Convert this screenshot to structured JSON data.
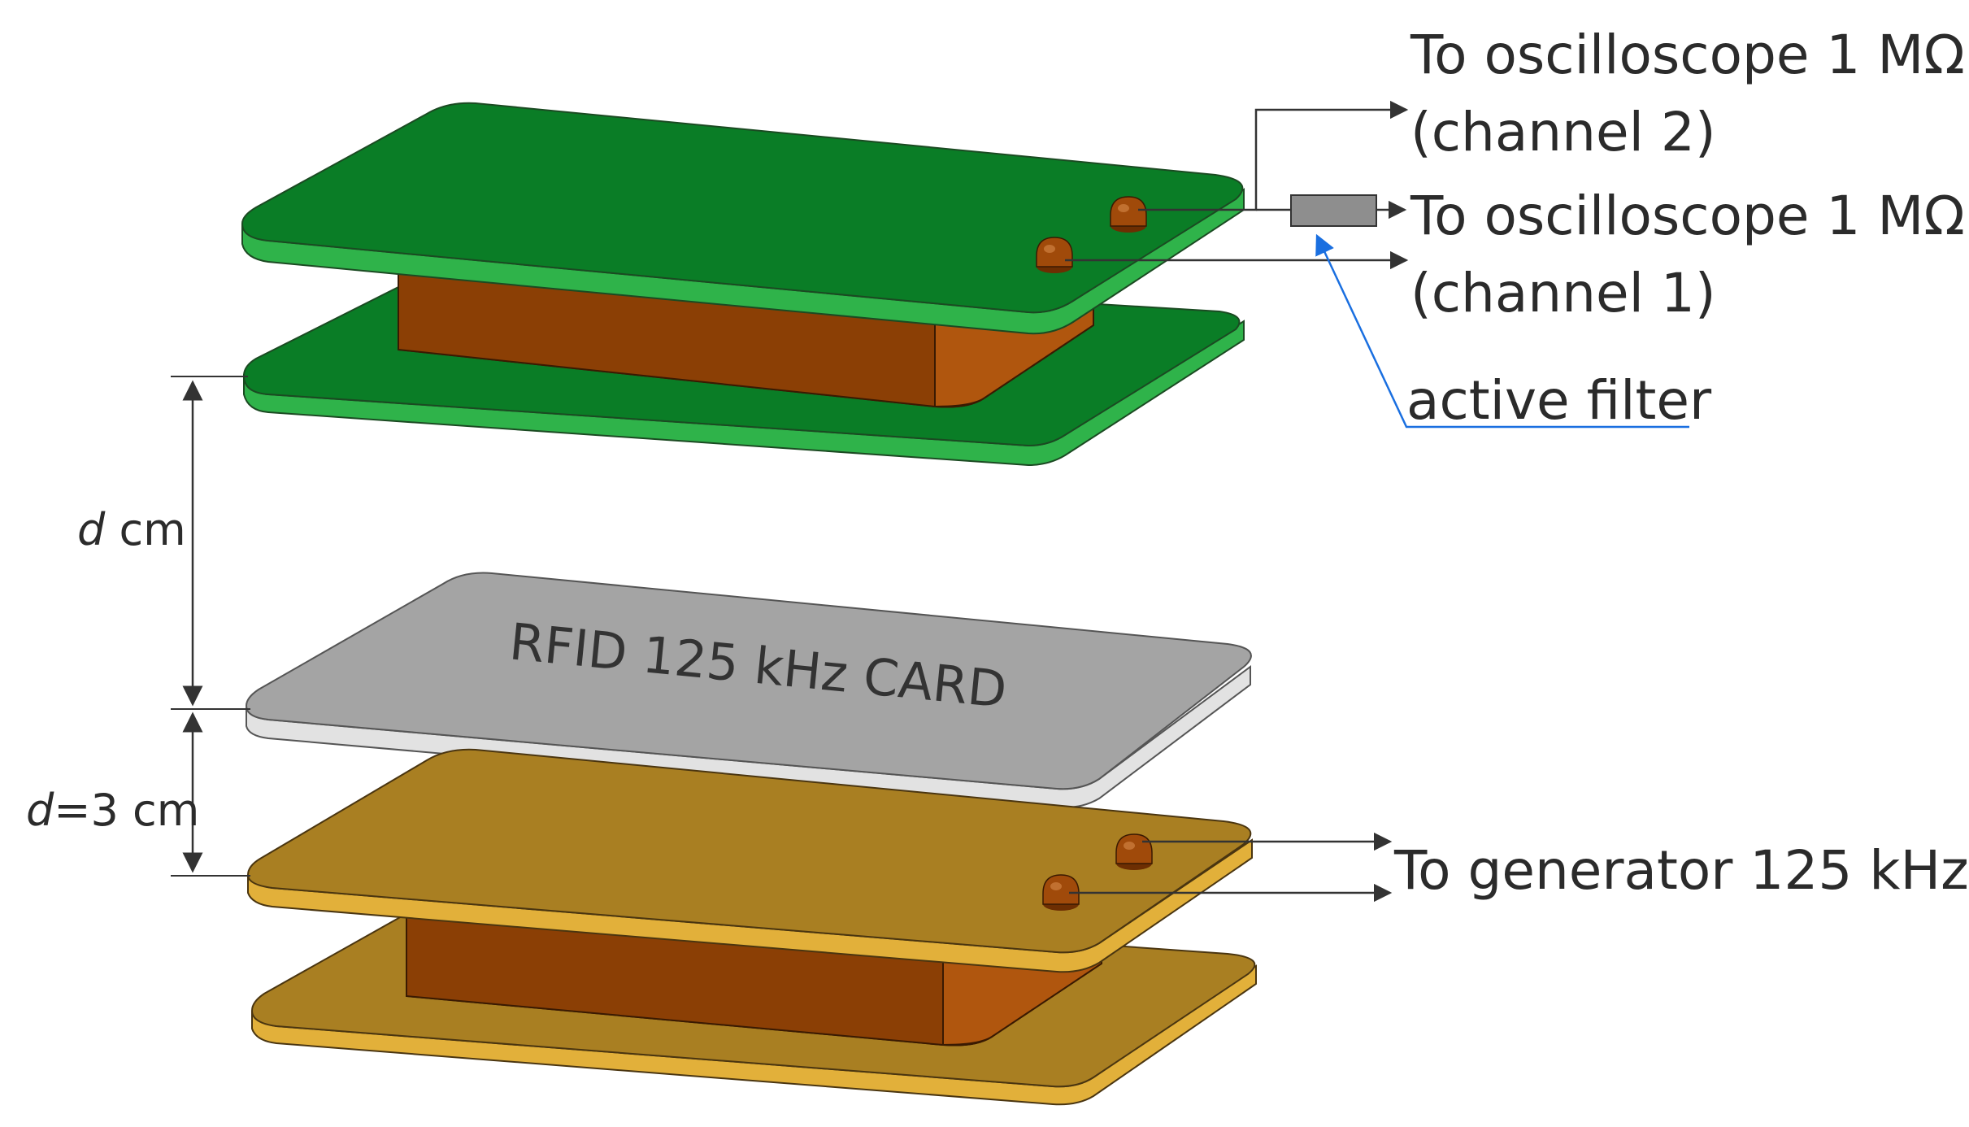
{
  "labels": {
    "osc_ch2_line1": "To oscilloscope 1 MΩ",
    "osc_ch2_line2": "(channel 2)",
    "osc_ch1_line1": "To oscilloscope 1 MΩ",
    "osc_ch1_line2": "(channel 1)",
    "active_filter": "active filter",
    "generator": "To generator 125 kHz",
    "card_text": "RFID 125 kHz CARD",
    "dim_upper_var": "d",
    "dim_upper_unit": " cm",
    "dim_lower_var": "d",
    "dim_lower_rest": "=3 cm"
  },
  "colors": {
    "receiver_coil_board": "#0a7d26",
    "transmitter_coil_board": "#a97f22",
    "card": "#a4a4a4",
    "coil_winding": "#8b3f05",
    "filter_box": "#8e8e8e",
    "filter_pointer": "#1a6fe0"
  }
}
